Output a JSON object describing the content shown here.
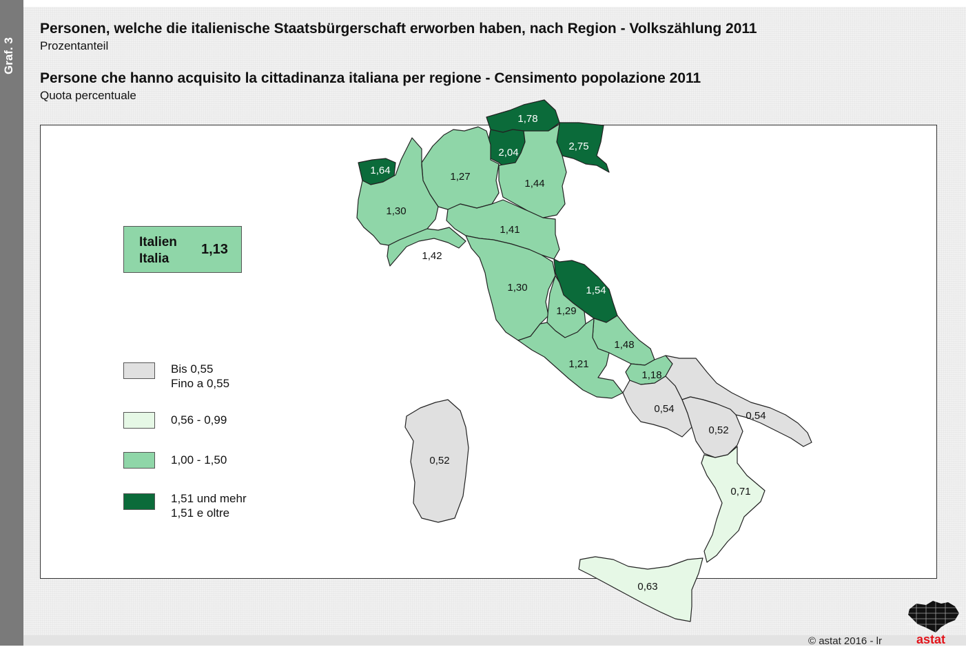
{
  "sidebar_label": "Graf. 3",
  "title_de": "Personen, welche die italienische Staatsbürgerschaft erworben haben, nach Region - Volkszählung 2011",
  "subtitle_de": "Prozentanteil",
  "title_it": "Persone che hanno acquisito la cittadinanza italiana per regione - Censimento popolazione 2011",
  "subtitle_it": "Quota percentuale",
  "total": {
    "label_de": "Italien",
    "label_it": "Italia",
    "value": "1,13"
  },
  "colors": {
    "class1": "#e0e0e0",
    "class2": "#e6f8e6",
    "class3": "#8fd6a8",
    "class4": "#0b6b3a"
  },
  "legend": [
    {
      "line1": "Bis 0,55",
      "line2": "Fino a 0,55",
      "class": "class1"
    },
    {
      "line1": "0,56  -  0,99",
      "line2": "",
      "class": "class2"
    },
    {
      "line1": "1,00  -  1,50",
      "line2": "",
      "class": "class3"
    },
    {
      "line1": "1,51 und mehr",
      "line2": "1,51 e oltre",
      "class": "class4"
    }
  ],
  "regions": [
    {
      "label": "1,78",
      "class": "class4"
    },
    {
      "label": "2,04",
      "class": "class4"
    },
    {
      "label": "2,75",
      "class": "class4"
    },
    {
      "label": "1,64",
      "class": "class4"
    },
    {
      "label": "1,27",
      "class": "class3"
    },
    {
      "label": "1,44",
      "class": "class3"
    },
    {
      "label": "1,30",
      "class": "class3"
    },
    {
      "label": "1,41",
      "class": "class3"
    },
    {
      "label": "1,42",
      "class": "class3"
    },
    {
      "label": "1,30",
      "class": "class3"
    },
    {
      "label": "1,54",
      "class": "class4"
    },
    {
      "label": "1,29",
      "class": "class3"
    },
    {
      "label": "1,48",
      "class": "class3"
    },
    {
      "label": "1,21",
      "class": "class3"
    },
    {
      "label": "1,18",
      "class": "class3"
    },
    {
      "label": "0,54",
      "class": "class1"
    },
    {
      "label": "0,54",
      "class": "class1"
    },
    {
      "label": "0,52",
      "class": "class1"
    },
    {
      "label": "0,52",
      "class": "class1"
    },
    {
      "label": "0,71",
      "class": "class2"
    },
    {
      "label": "0,63",
      "class": "class2"
    }
  ],
  "footer": {
    "copyright": "©  astat 2016 - lr",
    "logo": "astat"
  }
}
